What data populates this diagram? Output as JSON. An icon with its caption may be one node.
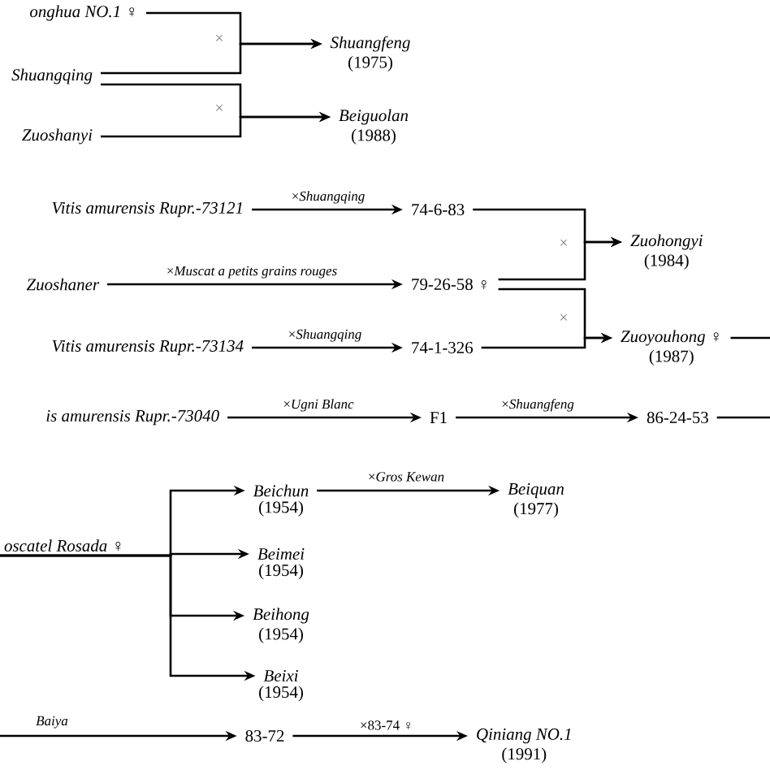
{
  "diagram": {
    "nodes": [
      {
        "text": [
          "onghua NO.1 ♀"
        ]
      },
      {
        "text": [
          "Shuangqing"
        ]
      },
      {
        "text": [
          "Shuangfeng"
        ],
        "beside": [
          "(1975)"
        ]
      },
      {
        "text": [
          "Zuoshanyi"
        ]
      },
      {
        "text": [
          "Beiguolan"
        ],
        "beside": [
          "(1988)"
        ]
      },
      {
        "text": [
          "Vitis amurensis Rupr.-73121"
        ]
      },
      {
        "text": [
          "74-6-83"
        ]
      },
      {
        "text": [
          "Zuoshaner"
        ]
      },
      {
        "text": [
          "79-26-58 ♀"
        ]
      },
      {
        "text": [
          "Vitis amurensis Rupr.-73134"
        ]
      },
      {
        "text": [
          "74-1-326"
        ]
      },
      {
        "text": [
          "Zuohongyi"
        ],
        "beside": [
          "(1984)"
        ]
      },
      {
        "text": [
          "Zuoyouhong ♀"
        ],
        "beside": [
          "(1987)"
        ]
      },
      {
        "text": [
          "is amurensis Rupr.-73040"
        ]
      },
      {
        "text": [
          "F1"
        ]
      },
      {
        "text": [
          "86-24-53"
        ]
      },
      {
        "text": [
          "oscatel Rosada ♀"
        ]
      },
      {
        "text": [
          "Beichun"
        ],
        "beside": [
          "(1954)"
        ]
      },
      {
        "text": [
          "Beimei"
        ],
        "beside": [
          "(1954)"
        ]
      },
      {
        "text": [
          "Beihong"
        ],
        "beside": [
          "(1954)"
        ]
      },
      {
        "text": [
          "Beixi"
        ],
        "beside": [
          "(1954)"
        ]
      },
      {
        "text": [
          "Beiquan"
        ],
        "beside": [
          "(1977)"
        ]
      },
      {
        "text": [
          "83-72"
        ]
      },
      {
        "text": [
          "Qiniang NO.1"
        ],
        "beside": [
          "(1991)"
        ]
      }
    ],
    "edges": [
      {
        "from": 0,
        "to": 2,
        "arrow": "to"
      },
      {
        "from": 1,
        "to": 2,
        "arrow": "to"
      },
      {
        "from": 1,
        "to": 4,
        "arrow": "to"
      },
      {
        "from": 3,
        "to": 4,
        "arrow": "to"
      },
      {
        "from": 5,
        "to": 6,
        "arrow": "to",
        "label": "×*Shuangqing*"
      },
      {
        "from": 7,
        "to": 8,
        "arrow": "to",
        "label": "×*Muscat a petits grains rouges*"
      },
      {
        "from": 9,
        "to": 10,
        "arrow": "to",
        "label": "×*Shuangqing*"
      },
      {
        "from": 6,
        "to": 11,
        "arrow": "to"
      },
      {
        "from": 8,
        "to": 11,
        "arrow": "to"
      },
      {
        "from": 8,
        "to": 12,
        "arrow": "to"
      },
      {
        "from": 10,
        "to": 12,
        "arrow": "to"
      },
      {
        "from": 12,
        "to": null,
        "arrow": "none"
      },
      {
        "from": 13,
        "to": 14,
        "arrow": "to",
        "label": "×*Ugni Blanc*"
      },
      {
        "from": 14,
        "to": 15,
        "arrow": "to",
        "label": "×*Shuangfeng*"
      },
      {
        "from": 15,
        "to": null,
        "arrow": "none"
      },
      {
        "from": 16,
        "to": 17,
        "arrow": "to"
      },
      {
        "from": 16,
        "to": 18,
        "arrow": "to"
      },
      {
        "from": 16,
        "to": 19,
        "arrow": "to"
      },
      {
        "from": 16,
        "to": 20,
        "arrow": "to"
      },
      {
        "from": 17,
        "to": 21,
        "arrow": "to",
        "label": "×*Gros Kewan*"
      },
      {
        "from": null,
        "to": 22,
        "arrow": "to",
        "label": "*Baiya*"
      },
      {
        "from": 22,
        "to": 23,
        "arrow": "to",
        "label": "×83-74 ♀"
      }
    ],
    "labels": [
      "×",
      "×",
      "×",
      "×"
    ]
  }
}
